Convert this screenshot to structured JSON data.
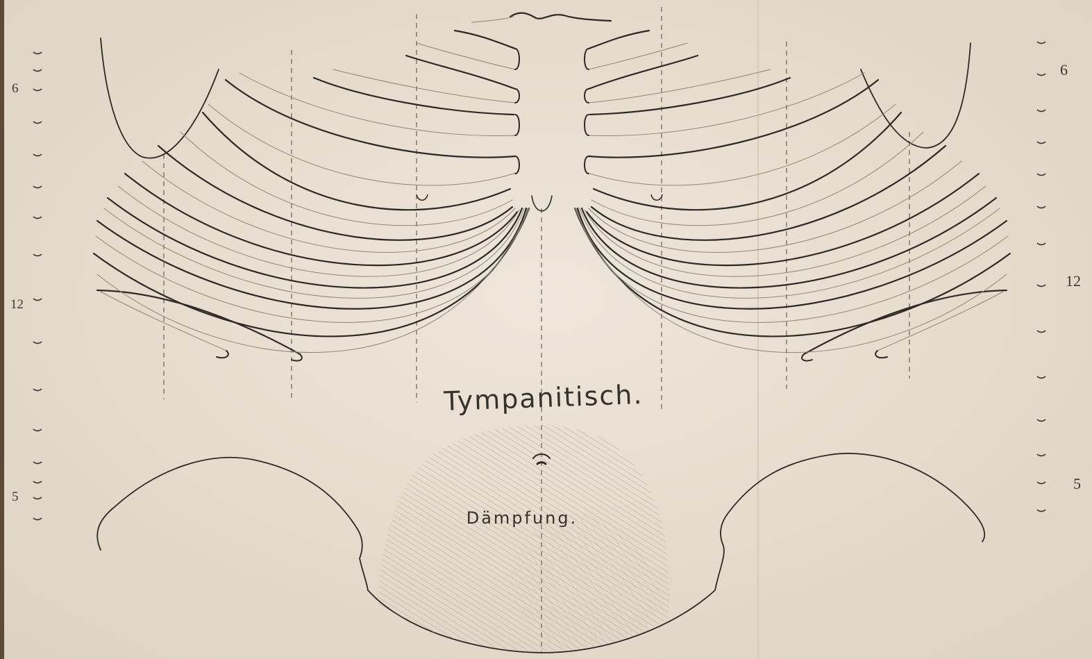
{
  "labels": {
    "tympanitisch": "Tympanitisch.",
    "daempfung": "Dämpfung."
  },
  "left_scale": {
    "upper": "6",
    "middle": "12",
    "lower": "5"
  },
  "right_scale": {
    "upper": "6",
    "middle": "12",
    "lower": "5"
  },
  "colors": {
    "paper": "#e9e0d3",
    "ink": "#2c2925",
    "faint_ink": "#8d8477",
    "hatch": "#aaa096"
  }
}
